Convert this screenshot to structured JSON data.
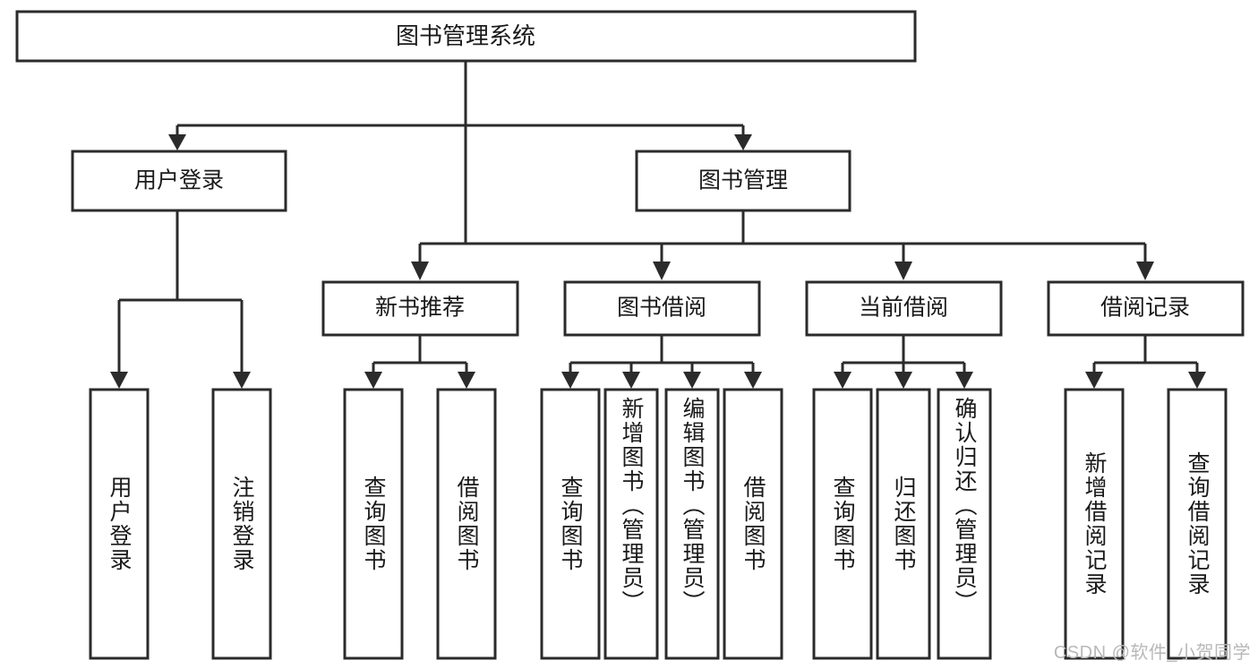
{
  "diagram": {
    "title": "图书管理系统",
    "type": "tree-hierarchy-diagram",
    "colors": {
      "box_stroke": "#2b2b2b",
      "box_fill": "#ffffff",
      "text": "#1a1a1a",
      "canvas": "#ffffff",
      "watermark": "#b8b8b8"
    },
    "root": {
      "label": "图书管理系统"
    },
    "level2": [
      {
        "id": "user-login",
        "label": "用户登录"
      },
      {
        "id": "book-management",
        "label": "图书管理"
      }
    ],
    "level3": [
      {
        "id": "new-book-recommend",
        "label": "新书推荐",
        "parent": "book-management"
      },
      {
        "id": "book-borrow",
        "label": "图书借阅",
        "parent": "book-management"
      },
      {
        "id": "current-borrow",
        "label": "当前借阅",
        "parent": "book-management"
      },
      {
        "id": "borrow-record",
        "label": "借阅记录",
        "parent": "book-management"
      }
    ],
    "leaves": {
      "user-login": [
        {
          "id": "leaf-user-login",
          "label": "用户登录"
        },
        {
          "id": "leaf-logout",
          "label": "注销登录"
        }
      ],
      "new-book-recommend": [
        {
          "id": "leaf-query-book-1",
          "label": "查询图书"
        },
        {
          "id": "leaf-borrow-book-1",
          "label": "借阅图书"
        }
      ],
      "book-borrow": [
        {
          "id": "leaf-query-book-2",
          "label": "查询图书"
        },
        {
          "id": "leaf-add-book",
          "label": "新增图书（管理员）"
        },
        {
          "id": "leaf-edit-book",
          "label": "编辑图书（管理员）"
        },
        {
          "id": "leaf-borrow-book-2",
          "label": "借阅图书"
        }
      ],
      "current-borrow": [
        {
          "id": "leaf-query-book-3",
          "label": "查询图书"
        },
        {
          "id": "leaf-return-book",
          "label": "归还图书"
        },
        {
          "id": "leaf-confirm-return",
          "label": "确认归还（管理员）"
        }
      ],
      "borrow-record": [
        {
          "id": "leaf-add-record",
          "label": "新增借阅记录"
        },
        {
          "id": "leaf-query-record",
          "label": "查询借阅记录"
        }
      ]
    },
    "watermark": "CSDN @软件_小贺同学"
  }
}
